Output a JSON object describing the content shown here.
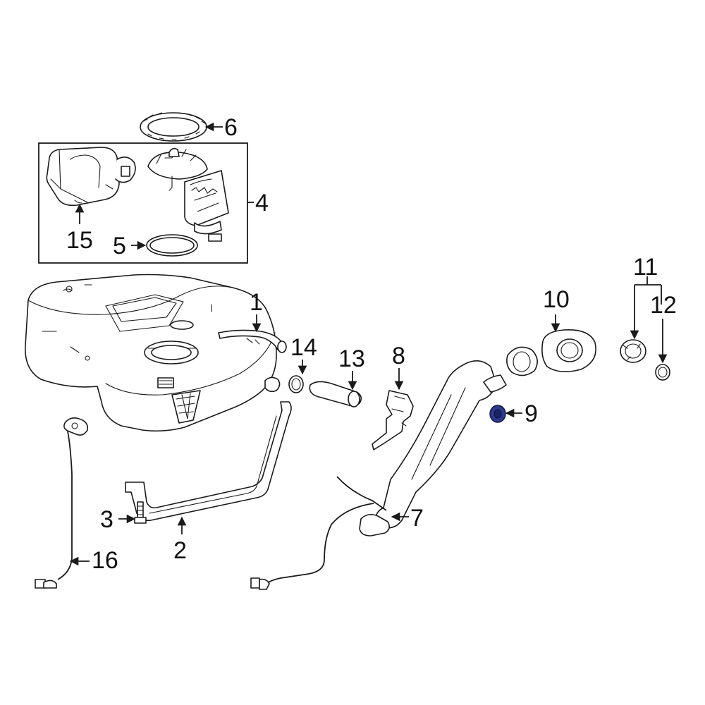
{
  "callouts": {
    "c1": "1",
    "c2": "2",
    "c3": "3",
    "c4": "4",
    "c5": "5",
    "c6": "6",
    "c7": "7",
    "c8": "8",
    "c9": "9",
    "c10": "10",
    "c11": "11",
    "c12": "12",
    "c13": "13",
    "c14": "14",
    "c15": "15",
    "c16": "16"
  },
  "highlight_part": "9",
  "colors": {
    "line": "#1a1a1a",
    "background": "#ffffff",
    "highlight": "#2d3a8c"
  }
}
